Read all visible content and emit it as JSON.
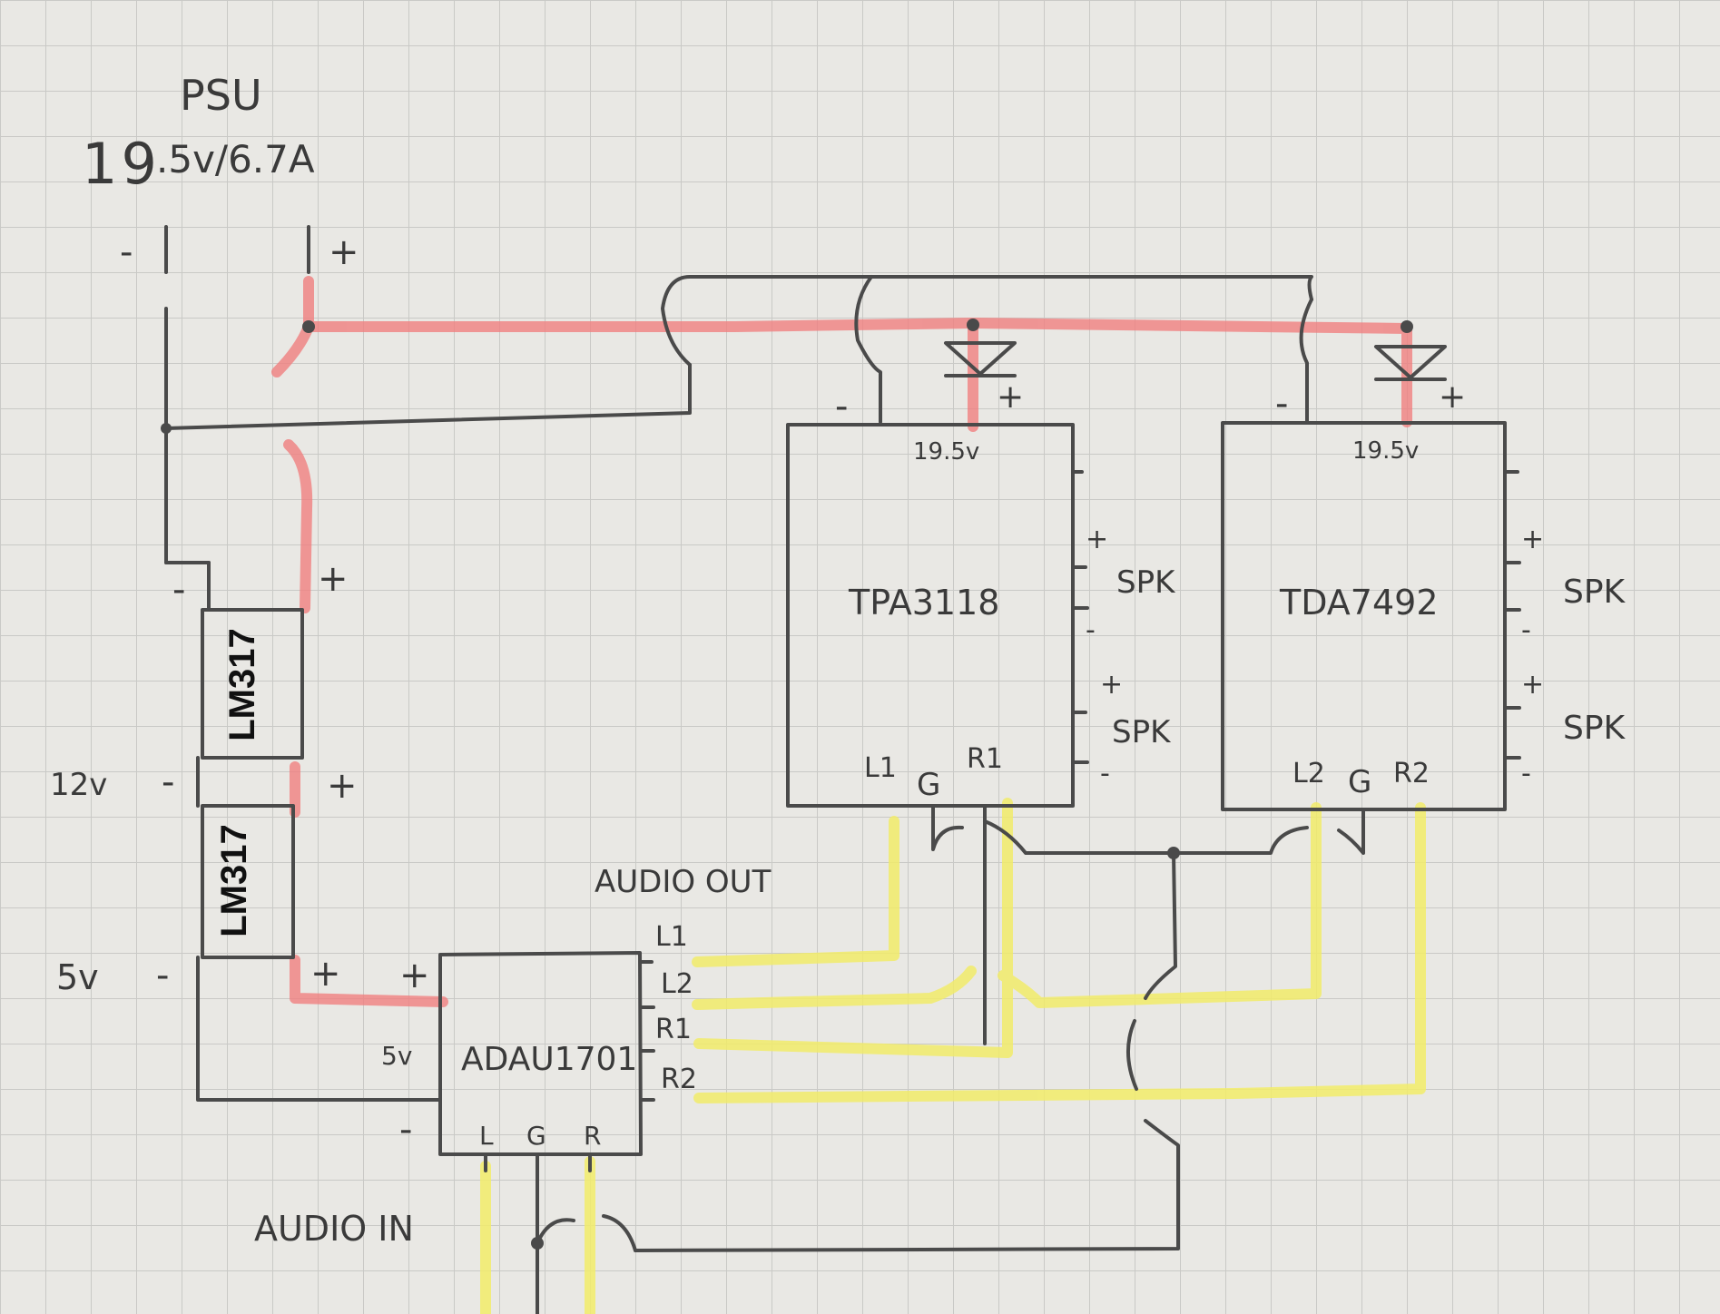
{
  "colors": {
    "paper": "#e9e8e4",
    "grid": "#c9c9c6",
    "pencil": "#4a4a4a",
    "power": "#f08080",
    "signal": "#f2ec6a"
  },
  "psu": {
    "title": "PSU",
    "rating_big": "19",
    "rating_rest": ".5v/6.7A",
    "minus": "-",
    "plus": "+"
  },
  "regulators": {
    "upper": {
      "label": "LM317",
      "minus": "-",
      "plus": "+"
    },
    "lower": {
      "label": "LM317",
      "minus": "-",
      "plus": "+"
    },
    "v12": "12v",
    "v5": "5v",
    "v5_minus": "-",
    "v5_plus": "+"
  },
  "amp1": {
    "name": "TPA3118",
    "supply": "19.5v",
    "minus": "-",
    "plus": "+",
    "spk1": "SPK",
    "spk2": "SPK",
    "in_l": "L1",
    "in_g": "G",
    "in_r": "R1",
    "p1": "+",
    "m1": "-",
    "p2": "+",
    "m2": "-"
  },
  "amp2": {
    "name": "TDA7492",
    "supply": "19.5v",
    "minus": "-",
    "plus": "+",
    "spk1": "SPK",
    "spk2": "SPK",
    "in_l": "L2",
    "in_g": "G",
    "in_r": "R2",
    "p1": "+",
    "m1": "-",
    "p2": "+",
    "m2": "-"
  },
  "dsp": {
    "name": "ADAU1701",
    "supply": "5v",
    "plus": "+",
    "minus": "-",
    "out_l1": "L1",
    "out_l2": "L2",
    "out_r1": "R1",
    "out_r2": "R2",
    "in_l": "L",
    "in_g": "G",
    "in_r": "R"
  },
  "labels": {
    "audio_out": "AUDIO OUT",
    "audio_in": "AUDIO IN"
  }
}
